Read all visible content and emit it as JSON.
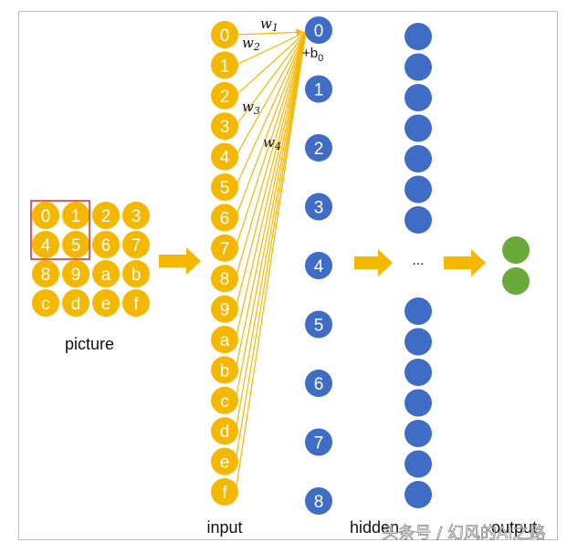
{
  "picture": {
    "label": "picture",
    "pixels": [
      "0",
      "1",
      "2",
      "3",
      "4",
      "5",
      "6",
      "7",
      "8",
      "9",
      "a",
      "b",
      "c",
      "d",
      "e",
      "f"
    ]
  },
  "input": {
    "label": "input",
    "nodes": [
      "0",
      "1",
      "2",
      "3",
      "4",
      "5",
      "6",
      "7",
      "8",
      "9",
      "a",
      "b",
      "c",
      "d",
      "e",
      "f"
    ]
  },
  "first_layer": {
    "nodes": [
      "0",
      "1",
      "2",
      "3",
      "4",
      "5",
      "6",
      "7",
      "8"
    ],
    "bias_label": "+b",
    "bias_sub": "0"
  },
  "weights": [
    {
      "symbol": "w",
      "sub": "1"
    },
    {
      "symbol": "w",
      "sub": "2"
    },
    {
      "symbol": "w",
      "sub": "3"
    },
    {
      "symbol": "w",
      "sub": "4"
    }
  ],
  "hidden": {
    "label": "hidden",
    "ellipsis": "..."
  },
  "output": {
    "label": "output"
  },
  "watermark": "头条号 / 幻风的AI之路",
  "colors": {
    "orange": "#F5B800",
    "blue": "#3F6CC4",
    "green": "#6AAA3A",
    "red_box": "#D22A2A"
  }
}
